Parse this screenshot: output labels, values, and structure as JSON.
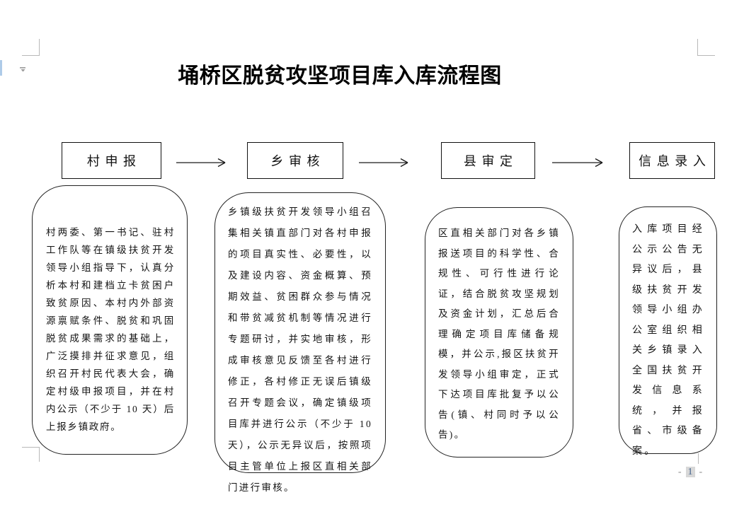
{
  "document": {
    "title": "埇桥区脱贫攻坚项目库入库流程图",
    "page_number": {
      "prefix": "-",
      "value": "1",
      "suffix": "-"
    }
  },
  "flowchart": {
    "stages": [
      {
        "label": "村申报",
        "description": "村两委、第一书记、驻村工作队等在镇级扶贫开发领导小组指导下，认真分析本村和建档立卡贫困户致贫原因、本村内外部资源禀赋条件、脱贫和巩固脱贫成果需求的基础上，广泛摸排并征求意见，组织召开村民代表大会，确定村级申报项目，并在村内公示（不少于 10 天）后上报乡镇政府。"
      },
      {
        "label": "乡审核",
        "description": "乡镇级扶贫开发领导小组召集相关镇直部门对各村申报的项目真实性、必要性，以及建设内容、资金概算、预期效益、贫困群众参与情况和带贫减贫机制等情况进行专题研讨，并实地审核，形成审核意见反馈至各村进行修正，各村修正无误后镇级召开专题会议，确定镇级项目库并进行公示（不少于 10 天），公示无异议后，按照项目主管单位上报区直相关部门进行审核。"
      },
      {
        "label": "县审定",
        "description": "区直相关部门对各乡镇报送项目的科学性、合规性、可行性进行论证，结合脱贫攻坚规划及资金计划，汇总后合理确定项目库储备规模，并公示,报区扶贫开发领导小组审定，正式下达项目库批复予以公告(镇、村同时予以公告)。"
      },
      {
        "label": "信息录入",
        "description": "入库项目经公示公告无异议后，县级扶贫开发领导小组办公室组织相关乡镇录入全国扶贫开发信息系统，并报省、市级备案。"
      }
    ]
  },
  "colors": {
    "box_border": "#111111",
    "crop_mark": "#b8b8b8",
    "page_number_field_bg": "#d8d8d8",
    "page_number_text": "#46658c",
    "left_edge_strip": "#aecbe8"
  }
}
